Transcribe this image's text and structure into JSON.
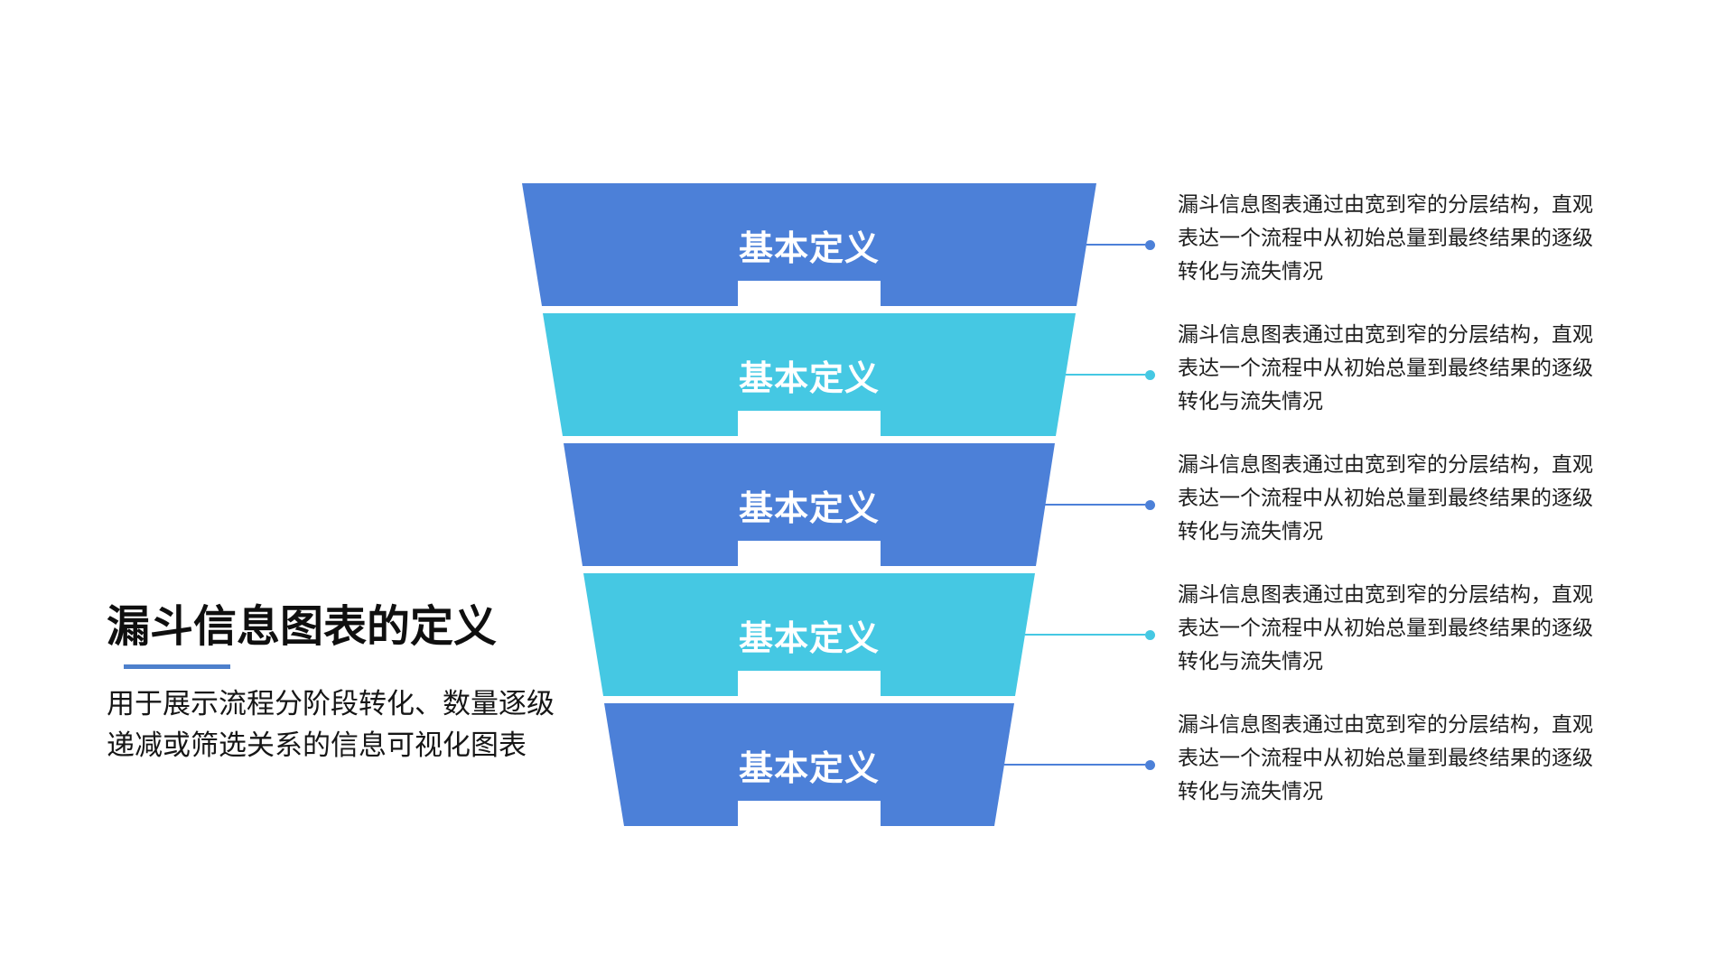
{
  "slide": {
    "title": "漏斗信息图表的定义",
    "subtitle_lines": [
      "用于展示流程分阶段转化、数量逐级",
      "递减或筛选关系的信息可视化图表"
    ],
    "colors": {
      "primary_blue": "#4c80d8",
      "secondary_cyan": "#45c8e3",
      "underline_blue": "#4e80cc",
      "title_text": "#0f0f0f",
      "body_text": "#1d1d1d",
      "layer_label_text": "#ffffff",
      "background": "#ffffff"
    }
  },
  "funnel": {
    "type": "funnel",
    "layers": [
      {
        "label": "基本定义",
        "color": "#4c80d8",
        "description_lines": [
          "漏斗信息图表通过由宽到窄的分层结构，直观",
          "表达一个流程中从初始总量到最终结果的逐级",
          "转化与流失情况"
        ]
      },
      {
        "label": "基本定义",
        "color": "#45c8e3",
        "description_lines": [
          "漏斗信息图表通过由宽到窄的分层结构，直观",
          "表达一个流程中从初始总量到最终结果的逐级",
          "转化与流失情况"
        ]
      },
      {
        "label": "基本定义",
        "color": "#4c80d8",
        "description_lines": [
          "漏斗信息图表通过由宽到窄的分层结构，直观",
          "表达一个流程中从初始总量到最终结果的逐级",
          "转化与流失情况"
        ]
      },
      {
        "label": "基本定义",
        "color": "#45c8e3",
        "description_lines": [
          "漏斗信息图表通过由宽到窄的分层结构，直观",
          "表达一个流程中从初始总量到最终结果的逐级",
          "转化与流失情况"
        ]
      },
      {
        "label": "基本定义",
        "color": "#4c80d8",
        "description_lines": [
          "漏斗信息图表通过由宽到窄的分层结构，直观",
          "表达一个流程中从初始总量到最终结果的逐级",
          "转化与流失情况"
        ]
      }
    ]
  }
}
